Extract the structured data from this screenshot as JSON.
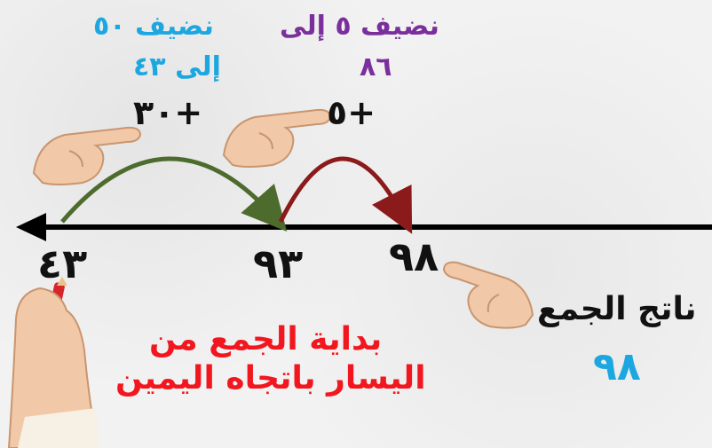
{
  "top_labels": {
    "add_50_line1": "نضيف ٥٠",
    "add_50_line2": "إلى ٤٣",
    "add_5_line1": "نضيف ٥ إلى",
    "add_5_line2": "٨٦"
  },
  "jumps": {
    "jump_30": "٣٠+",
    "jump_5": "٥+"
  },
  "number_line": {
    "start": "٤٣",
    "mid": "٩٣",
    "end": "٩٨"
  },
  "result": {
    "label": "ناتج الجمع",
    "value": "٩٨"
  },
  "instruction": {
    "line1": "بداية الجمع من",
    "line2": "اليسار باتجاه اليمين"
  },
  "colors": {
    "purple": "#7a2f9c",
    "blue": "#1da7e0",
    "red": "#f2161e",
    "green_arc": "#4e6b2e",
    "maroon_arc": "#8b1a1a"
  },
  "icons": [
    "pointing-hand-icon",
    "hand-holding-pen-icon"
  ]
}
